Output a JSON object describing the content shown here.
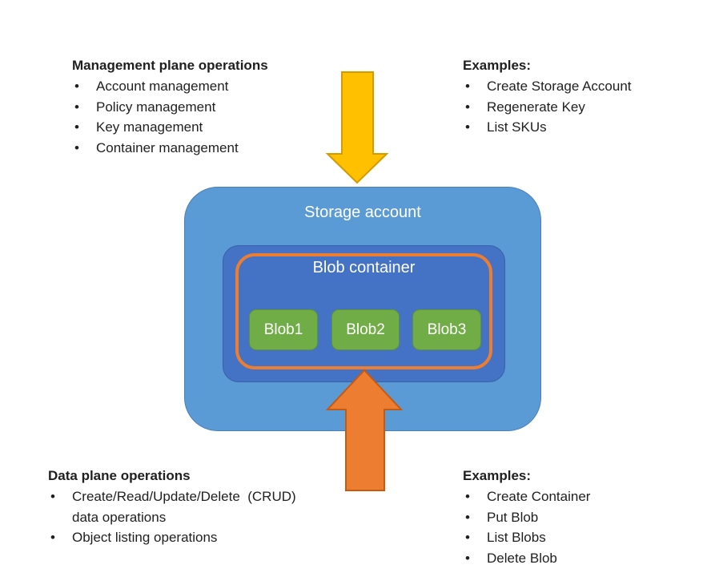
{
  "colors": {
    "background": "#ffffff",
    "text": "#1f1f1f",
    "label_text": "#ffffff",
    "storage_fill": "#5B9BD5",
    "storage_stroke": "#4A7EBB",
    "container_fill": "#4472C4",
    "container_stroke": "#3A61A8",
    "container_border": "#ED7D31",
    "blob_fill": "#70AD47",
    "blob_stroke": "#5E9138",
    "down_arrow_fill": "#FFC000",
    "down_arrow_stroke": "#D29B00",
    "up_arrow_fill": "#ED7D31",
    "up_arrow_stroke": "#C55A11"
  },
  "management_plane": {
    "title": "Management plane operations",
    "items": [
      "Account management",
      "Policy management",
      "Key management",
      "Container management"
    ]
  },
  "management_examples": {
    "title": "Examples:",
    "items": [
      "Create Storage Account",
      "Regenerate Key",
      "List SKUs"
    ]
  },
  "data_plane": {
    "title": "Data plane operations",
    "items": [
      "Create/Read/Update/Delete  (CRUD)",
      "data operations",
      "Object listing operations"
    ]
  },
  "data_examples": {
    "title": "Examples:",
    "items": [
      "Create Container",
      "Put Blob",
      "List Blobs",
      "Delete Blob"
    ]
  },
  "diagram": {
    "storage_account_label": "Storage account",
    "blob_container_label": "Blob container",
    "blobs": [
      "Blob1",
      "Blob2",
      "Blob3"
    ],
    "bullet_glyph": "•"
  }
}
